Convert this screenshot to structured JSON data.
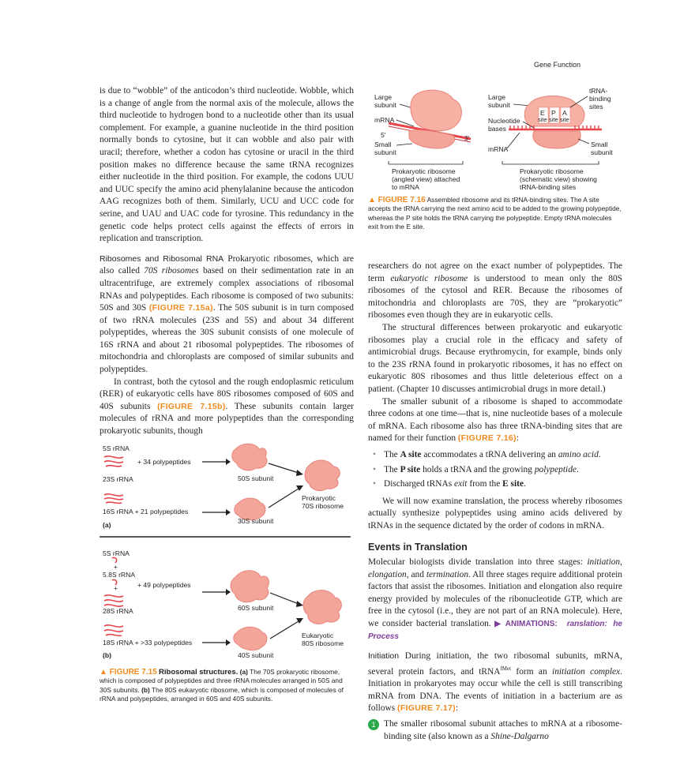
{
  "running_head": "Gene Function",
  "left_col": {
    "p1": "is due to “wobble” of the anticodon’s third nucleotide. Wobble, which is a change of angle from the normal axis of the molecule, allows the third nucleotide to hydrogen bond to a nucleotide other than its usual complement. For example, a guanine nucleotide in the third position normally bonds to cytosine, but it can wobble and also pair with uracil; therefore, whether a codon has cytosine or uracil in the third position makes no difference because the same tRNA recognizes either nucleotide in the third position. For example, the codons UUU and UUC specify the amino acid phenylalanine because the anticodon AAG recognizes both of them. Similarly, UCU and UCC code for serine, and UAU and UAC code for tyrosine. This redundancy in the genetic code helps protect cells against the effects of errors in replication and transcription.",
    "p2_head": "Ribosomes and Ribosomal RNA",
    "p2_a": "Prokaryotic ribosomes, which are also called",
    "p2_em": "70S ribosomes",
    "p2_b": "based on their sedimentation rate in an ultracentrifuge, are extremely complex associations of ribosomal RNAs and polypeptides. Each ribosome is composed of two subunits: 50S and 30S",
    "p2_ref": "(FIGURE 7.15a)",
    "p2_c": ". The 50S subunit is in turn composed of two rRNA molecules (23S and 5S) and about 34 different polypeptides, whereas the 30S subunit consists of one molecule of 16S rRNA and about 21 ribosomal polypeptides. The ribosomes of mitochondria and chloroplasts are composed of similar subunits and polypeptides.",
    "p3_a": "In contrast, both the cytosol and the rough endoplasmic reticulum (RER) of eukaryotic cells have 80S ribosomes composed of 60S and 40S subunits",
    "p3_ref": "(FIGURE 7.15b)",
    "p3_b": ". These subunits contain larger molecules of rRNA and more polypeptides than the corresponding prokaryotic subunits, though"
  },
  "fig715": {
    "a": {
      "r5s": "5S rRNA",
      "r23s": "23S rRNA",
      "plus34": "+ 34 polypeptides",
      "sub50": "50S subunit",
      "r16s": "16S rRNA + 21 polypeptides",
      "sub30": "30S subunit",
      "result1": "Prokaryotic",
      "result2": "70S ribosome",
      "tag": "(a)"
    },
    "b": {
      "r5s": "5S rRNA",
      "plus1": "+",
      "r58s": "5.8S rRNA",
      "plus2": "+",
      "plus49": "+ 49 polypeptides",
      "r28s": "28S rRNA",
      "sub60": "60S subunit",
      "r18s": "18S rRNA + >33 polypeptides",
      "sub40": "40S subunit",
      "result1": "Eukaryotic",
      "result2": "80S ribosome",
      "tag": "(b)"
    },
    "cap_label": "▲ FIGURE 7.15",
    "cap_title": "Ribosomal structures.",
    "cap_a": "(a)",
    "cap_t1": "The 70S prokaryotic ribosome, which is composed of polypeptides and three rRNA molecules arranged in 50S and 30S subunits.",
    "cap_b": "(b)",
    "cap_t2": "The 80S eukaryotic ribosome, which is composed of molecules of rRNA and polypeptides, arranged in 60S and 40S subunits."
  },
  "fig716": {
    "left": {
      "large1": "Large",
      "large2": "subunit",
      "mrna": "mRNA",
      "five": "5′",
      "three": "3′",
      "small1": "Small",
      "small2": "subunit",
      "cap1": "Prokaryotic ribosome",
      "cap2": "(angled view) attached",
      "cap3": "to mRNA"
    },
    "right": {
      "large1": "Large",
      "large2": "subunit",
      "trna1": "tRNA-",
      "trna2": "binding",
      "trna3": "sites",
      "e": "E",
      "p": "P",
      "a": "A",
      "site1": "site",
      "site2": "site",
      "site3": "site",
      "nuc1": "Nucleotide",
      "nuc2": "bases",
      "mrna": "mRNA",
      "small1": "Small",
      "small2": "subunit",
      "cap1": "Prokaryotic ribosome",
      "cap2": "(schematic view) showing",
      "cap3": "tRNA-binding sites"
    },
    "cap_label": "▲ FIGURE 7.16",
    "cap_text": "Assembled ribosome and its tRNA-binding sites. The A site accepts the tRNA carrying the next amino acid to be added to the growing polypeptide, whereas the P site holds the tRNA carrying the polypeptide. Empty tRNA molecules exit from the E site."
  },
  "right_col": {
    "p1_a": "researchers do not agree on the exact number of polypeptides. The term",
    "p1_em": "eukaryotic ribosome",
    "p1_b": "is understood to mean only the 80S ribosomes of the cytosol and RER. Because the ribosomes of mitochondria and chloroplasts are 70S, they are “prokaryotic” ribosomes even though they are in eukaryotic cells.",
    "p2": "The structural differences between prokaryotic and eukaryotic ribosomes play a crucial role in the efficacy and safety of antimicrobial drugs. Because erythromycin, for example, binds only to the 23S rRNA found in prokaryotic ribosomes, it has no effect on eukaryotic 80S ribosomes and thus little deleterious effect on a patient. (Chapter 10 discusses antimicrobial drugs in more detail.)",
    "p3_a": "The smaller subunit of a ribosome is shaped to accommodate three codons at one time—that is, nine nucleotide bases of a molecule of mRNA. Each ribosome also has three tRNA-binding sites that are named for their function",
    "p3_ref": "(FIGURE 7.16)",
    "p3_b": ":",
    "b1_a": "The",
    "b1_s": "A site",
    "b1_b": "accommodates a tRNA delivering an",
    "b1_em": "amino acid",
    "b1_c": ".",
    "b2_a": "The",
    "b2_s": "P site",
    "b2_b": "holds a tRNA and the growing",
    "b2_em": "polypeptide",
    "b2_c": ".",
    "b3_a": "Discharged tRNAs",
    "b3_em": "exit",
    "b3_b": "from the",
    "b3_s": "E site",
    "b3_c": ".",
    "p4": "We will now examine translation, the process whereby ribosomes actually synthesize polypeptides using amino acids delivered by tRNAs in the sequence dictated by the order of codons in mRNA.",
    "h_events": "Events in Translation",
    "p5_a": "Molecular biologists divide translation into three stages:",
    "p5_e1": "initiation",
    "p5_e2": "elongation",
    "p5_and": ", and",
    "p5_e3": "termination",
    "p5_b": ". All three stages require additional protein factors that assist the ribosomes. Initiation and elongation also require energy provided by molecules of the ribonucleotide GTP, which are free in the cytosol (i.e., they are not part of an RNA molecule). Here, we consider bacterial translation.",
    "anim_label": "▶ ANIMATIONS:",
    "anim_title": "\u0000ranslation:\u0000he Process",
    "init_head": "Initiation",
    "p6_a": "During initiation, the two ribosomal subunits, mRNA, several protein factors, and tRNA",
    "p6_sup": "fMet",
    "p6_b": "form an",
    "p6_em": "initiation complex",
    "p6_c": ". Initiation in prokaryotes may occur while the cell is still transcribing mRNA from DNA. The events of initiation in a bacterium are as follows",
    "p6_ref": "(FIGURE 7.17)",
    "p6_d": ":",
    "step1_num": "1",
    "step1_a": "The smaller ribosomal subunit attaches to mRNA at a ribosome-binding site (also known as a",
    "step1_em": "Shine-Dalgarno"
  }
}
